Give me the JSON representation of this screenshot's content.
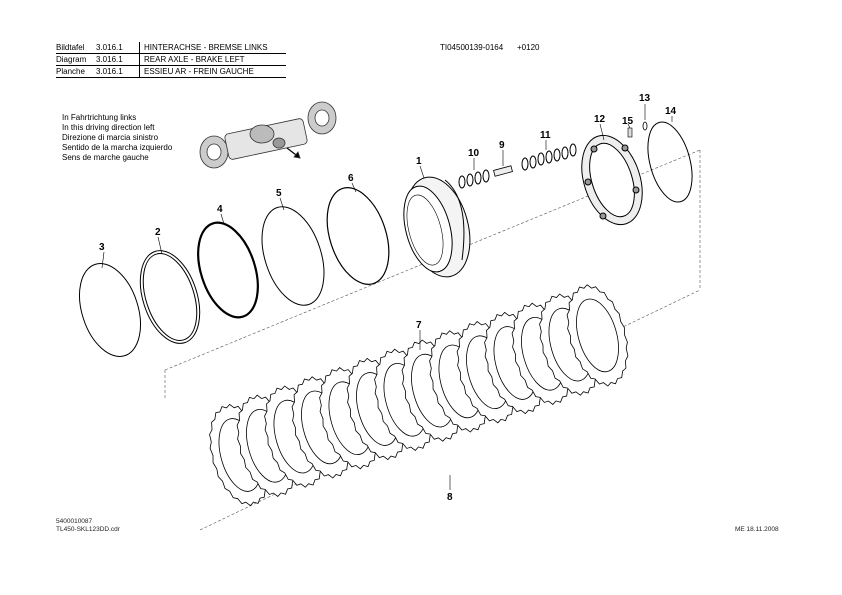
{
  "header": {
    "rows": [
      {
        "label": "Bildtafel",
        "number": "3.016.1",
        "title": "HINTERACHSE - BREMSE LINKS"
      },
      {
        "label": "Diagram",
        "number": "3.016.1",
        "title": "REAR AXLE - BRAKE LEFT"
      },
      {
        "label": "Planche",
        "number": "3.016.1",
        "title": "ESSIEU AR - FREIN GAUCHE"
      }
    ],
    "doc_id": "TI04500139-0164",
    "revision": "+0120"
  },
  "direction_notes": [
    "In Fahrtrichtung links",
    "In this driving direction left",
    "Direzione di marcia sinistro",
    "Sentido de la marcha izquierdo",
    "Sens de marche gauche"
  ],
  "callouts": [
    "1",
    "2",
    "3",
    "4",
    "5",
    "6",
    "7",
    "8",
    "9",
    "10",
    "11",
    "12",
    "13",
    "14",
    "15"
  ],
  "footer": {
    "part_number": "5400010087",
    "file_name": "TL450-SKL123DD.cdr",
    "date_stamp": "ME 18.11.2008"
  }
}
